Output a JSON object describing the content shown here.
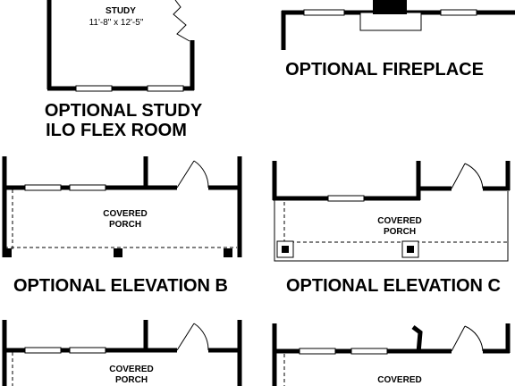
{
  "study": {
    "room_label": "STUDY",
    "dimensions": "11'-8\" x 12'-5\"",
    "caption_line1": "OPTIONAL STUDY",
    "caption_line2": "ILO FLEX ROOM"
  },
  "fireplace": {
    "caption": "OPTIONAL FIREPLACE"
  },
  "elevation_b": {
    "room_label_line1": "COVERED",
    "room_label_line2": "PORCH",
    "caption": "OPTIONAL ELEVATION B"
  },
  "elevation_c": {
    "room_label_line1": "COVERED",
    "room_label_line2": "PORCH",
    "caption": "OPTIONAL ELEVATION C"
  },
  "bottom_left": {
    "room_label_line1": "COVERED",
    "room_label_line2": "PORCH"
  },
  "bottom_right": {
    "room_label_line1": "COVERED"
  }
}
